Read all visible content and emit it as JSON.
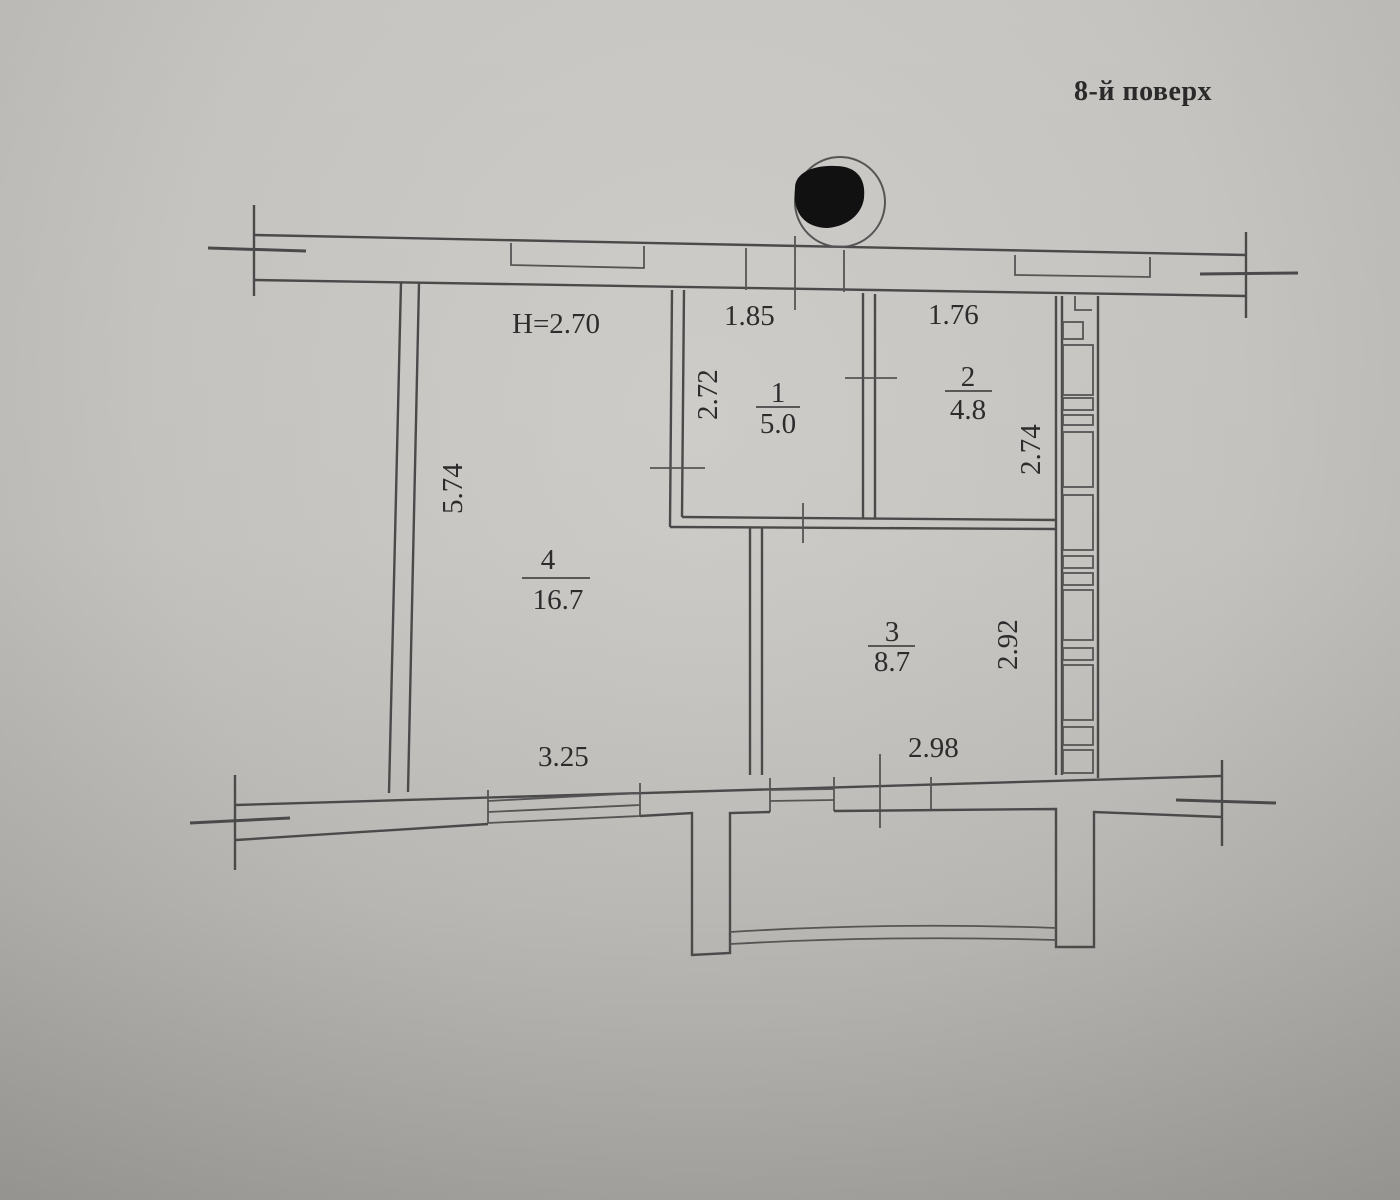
{
  "document": {
    "floor_label": "8-й поверх",
    "ceiling_height": "H=2.70"
  },
  "rooms": [
    {
      "number": "1",
      "area": "5.0",
      "width": "1.85",
      "height": "2.72"
    },
    {
      "number": "2",
      "area": "4.8",
      "width": "1.76",
      "height": "2.74"
    },
    {
      "number": "3",
      "area": "8.7",
      "width": "2.98",
      "height": "2.92"
    },
    {
      "number": "4",
      "area": "16.7",
      "width": "3.25",
      "height": "5.74"
    }
  ],
  "colors": {
    "paper": "#c6c4c0",
    "line": "#4a4a4a",
    "text": "#2c2c2c",
    "redaction": "#111111"
  }
}
